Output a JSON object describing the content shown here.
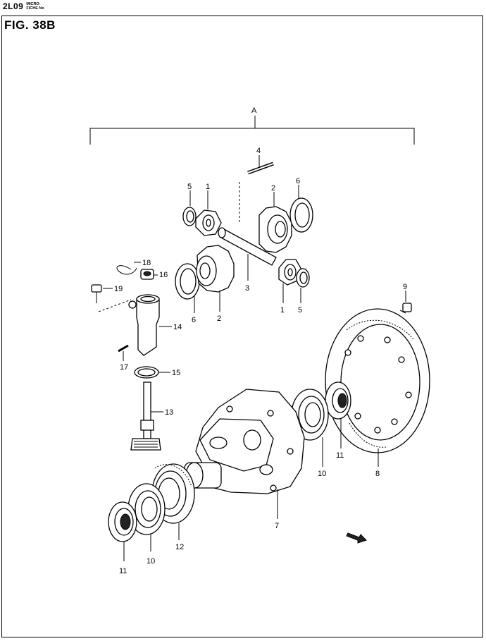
{
  "header": {
    "page_code": "2L09",
    "microfiche_line1": "MICRO-",
    "microfiche_line2": "FICHE No"
  },
  "figure": {
    "title": "FIG. 38B",
    "group_label": "A"
  },
  "callouts": {
    "c1a": "1",
    "c1b": "1",
    "c2a": "2",
    "c2b": "2",
    "c3": "3",
    "c4": "4",
    "c5a": "5",
    "c5b": "5",
    "c6a": "6",
    "c6b": "6",
    "c7": "7",
    "c8": "8",
    "c9": "9",
    "c10a": "10",
    "c10b": "10",
    "c11a": "11",
    "c11b": "11",
    "c12": "12",
    "c13": "13",
    "c14": "14",
    "c15": "15",
    "c16": "16",
    "c17": "17",
    "c18": "18",
    "c19": "19"
  }
}
